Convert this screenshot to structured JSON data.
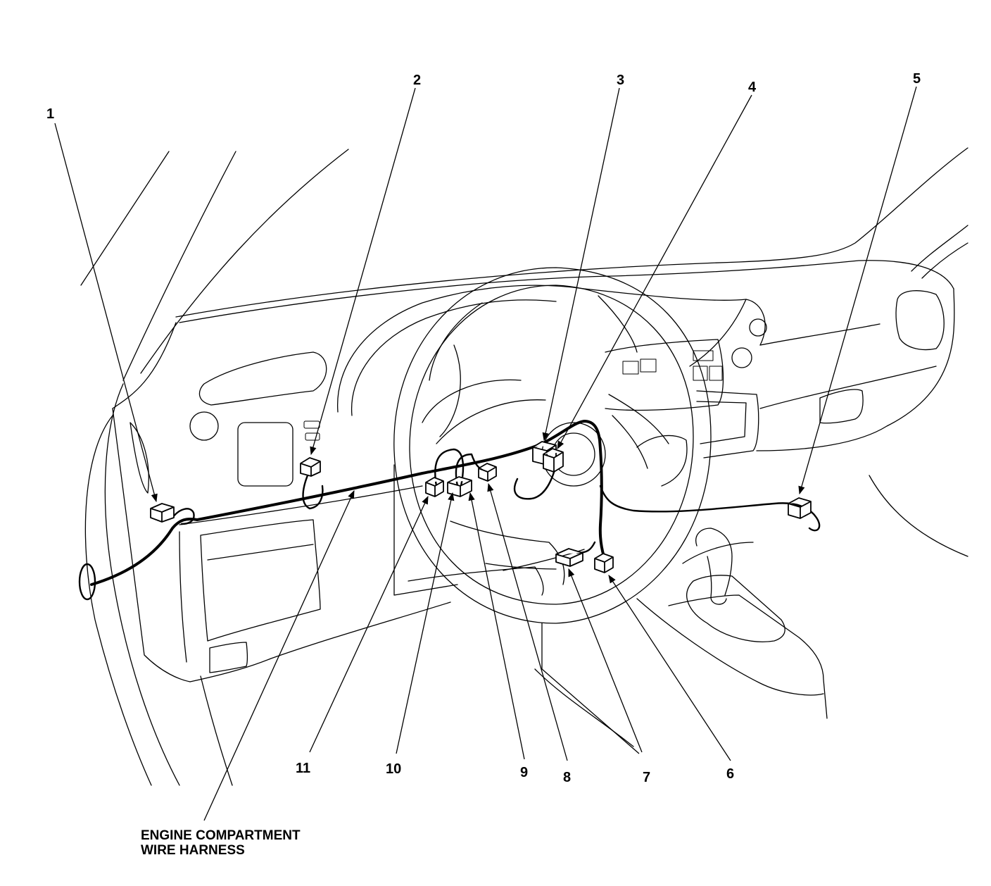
{
  "callouts": [
    "1",
    "2",
    "3",
    "4",
    "5",
    "6",
    "7",
    "8",
    "9",
    "10",
    "11"
  ],
  "caption": {
    "line1": "ENGINE COMPARTMENT",
    "line2": "WIRE HARNESS"
  }
}
